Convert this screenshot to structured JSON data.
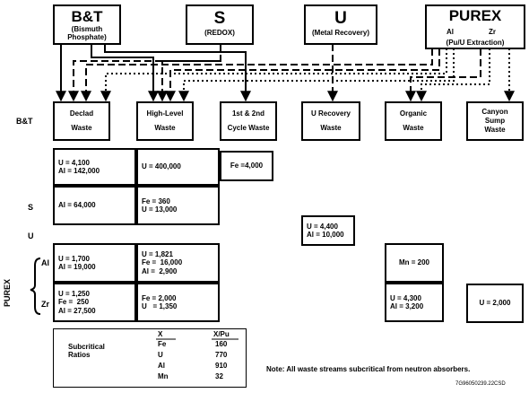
{
  "processes": {
    "bt": {
      "name": "B&T",
      "sub": "(Bismuth Phosphate)"
    },
    "s": {
      "name": "S",
      "sub": "(REDOX)"
    },
    "u": {
      "name": "U",
      "sub": "(Metal Recovery)"
    },
    "purex": {
      "name": "PUREX",
      "legend_al": "Al",
      "legend_zr": "Zr",
      "sub": "(Pu/U Extraction)"
    }
  },
  "waste_categories": [
    {
      "lines": [
        "Declad",
        "Waste"
      ]
    },
    {
      "lines": [
        "High-Level",
        "Waste"
      ]
    },
    {
      "lines": [
        "1st & 2nd",
        "Cycle Waste"
      ]
    },
    {
      "lines": [
        "U Recovery",
        "Waste"
      ]
    },
    {
      "lines": [
        "Organic",
        "Waste"
      ]
    },
    {
      "lines": [
        "Canyon",
        "Sump",
        "Waste"
      ]
    }
  ],
  "row_labels": {
    "bt": "B&T",
    "s": "S",
    "u": "U",
    "purex": "PUREX",
    "al": "Al",
    "zr": "Zr"
  },
  "cells": {
    "bt_declad": [
      "U = 4,100",
      "Al = 142,000"
    ],
    "bt_hlw": [
      "U = 400,000"
    ],
    "bt_cycle": [
      "Fe =4,000"
    ],
    "s_declad": [
      "Al = 64,000"
    ],
    "s_hlw": [
      "Fe = 360",
      "U = 13,000"
    ],
    "u_urec": [
      "U = 4,400",
      "Al = 10,000"
    ],
    "al_declad": [
      "U = 1,700",
      "Al = 19,000"
    ],
    "al_hlw": [
      "U = 1,821",
      "Fe =  16,000",
      "Al =  2,900"
    ],
    "al_org": [
      "Mn = 200"
    ],
    "zr_declad": [
      "U = 1,250",
      "Fe =  250",
      "Al = 27,500"
    ],
    "zr_hlw": [
      "Fe = 2,000",
      "U   = 1,350"
    ],
    "zr_org": [
      "U = 4,300",
      "Al = 3,200"
    ],
    "zr_sump": [
      "U = 2,000"
    ]
  },
  "ratios": {
    "title_lines": [
      "Subcritical",
      "Ratios"
    ],
    "col_x": "X",
    "col_xpu": "X/Pu",
    "rows": [
      {
        "x": "Fe",
        "v": "160"
      },
      {
        "x": "U",
        "v": "770"
      },
      {
        "x": "Al",
        "v": "910"
      },
      {
        "x": "Mn",
        "v": "32"
      }
    ]
  },
  "note": "Note:  All waste streams subcritical from neutron absorbers.",
  "figure_id": "7G96050239.22CSD"
}
